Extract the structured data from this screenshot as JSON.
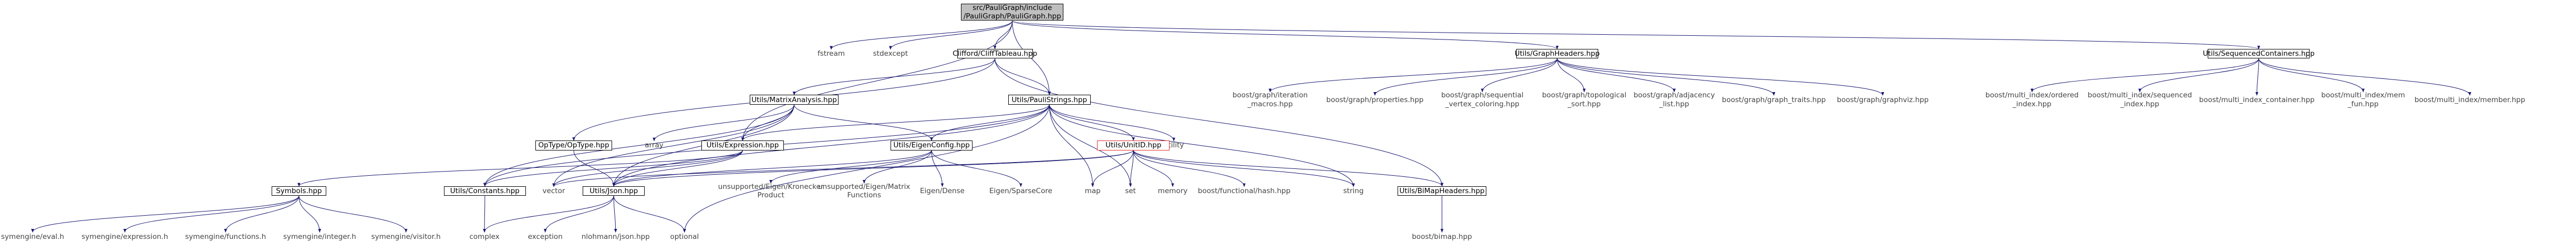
{
  "colors": {
    "edge": "#191970",
    "background": "#ffffff",
    "root_fill": "#bfbfbf",
    "highlight_border": "#e03030"
  },
  "nodes": {
    "root": "src/PauliGraph/include\n/PauliGraph/PauliGraph.hpp",
    "fstream": "fstream",
    "stdexcept": "stdexcept",
    "clifford": "Clifford/CliffTableau.hpp",
    "graph_headers": "Utils/GraphHeaders.hpp",
    "seq_containers": "Utils/SequencedContainers.hpp",
    "matrix_analysis": "Utils/MatrixAnalysis.hpp",
    "pauli_strings": "Utils/PauliStrings.hpp",
    "optype": "OpType/OpType.hpp",
    "array": "array",
    "utility": "utility",
    "expression": "Utils/Expression.hpp",
    "eigen_config": "Utils/EigenConfig.hpp",
    "unitid": "Utils/UnitID.hpp",
    "bimap_headers": "Utils/BiMapHeaders.hpp",
    "symbols": "Symbols.hpp",
    "constants": "Utils/Constants.hpp",
    "vector": "vector",
    "json": "Utils/Json.hpp",
    "kronecker": "unsupported/Eigen/Kronecker\nProduct",
    "matrix_functions": "unsupported/Eigen/Matrix\nFunctions",
    "eigen_dense": "Eigen/Dense",
    "eigen_sparse": "Eigen/SparseCore",
    "map": "map",
    "set": "set",
    "memory": "memory",
    "functional_hash": "boost/functional/hash.hpp",
    "string": "string",
    "bgl_iteration": "boost/graph/iteration\n_macros.hpp",
    "bgl_properties": "boost/graph/properties.hpp",
    "bgl_sequential": "boost/graph/sequential\n_vertex_coloring.hpp",
    "bgl_topological": "boost/graph/topological\n_sort.hpp",
    "bgl_adjacency": "boost/graph/adjacency\n_list.hpp",
    "bgl_traits": "boost/graph/graph_traits.hpp",
    "bgl_graphviz": "boost/graph/graphviz.hpp",
    "mi_ordered": "boost/multi_index/ordered\n_index.hpp",
    "mi_sequenced": "boost/multi_index/sequenced\n_index.hpp",
    "mi_container": "boost/multi_index_container.hpp",
    "mi_mem_fun": "boost/multi_index/mem\n_fun.hpp",
    "mi_member": "boost/multi_index/member.hpp",
    "boost_bimap": "boost/bimap.hpp",
    "se_eval": "symengine/eval.h",
    "se_expression": "symengine/expression.h",
    "se_functions": "symengine/functions.h",
    "se_integer": "symengine/integer.h",
    "se_visitor": "symengine/visitor.h",
    "complex": "complex",
    "exception": "exception",
    "nlohmann": "nlohmann/json.hpp",
    "optional": "optional"
  }
}
